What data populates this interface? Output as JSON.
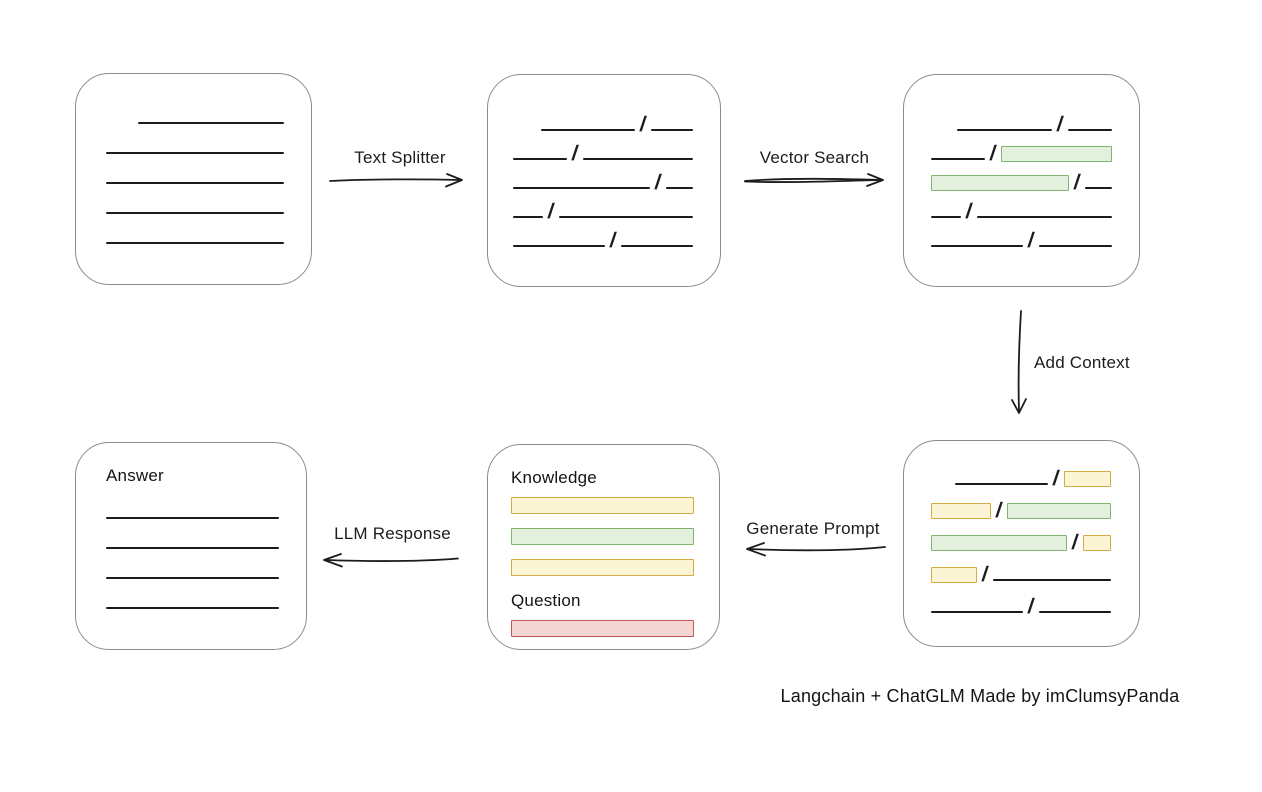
{
  "caption": "Langchain + ChatGLM Made by imClumsyPanda",
  "colors": {
    "box_border": "#8b8b8b",
    "line": "#1c1c1c",
    "green_fill": "#e4f0de",
    "green_stroke": "#82b36f",
    "yellow_fill": "#fbf4d5",
    "yellow_stroke": "#d4ac45",
    "red_fill": "#f5d5d3",
    "red_stroke": "#c05a55"
  },
  "arrows": {
    "text_splitter": {
      "label": "Text Splitter",
      "direction": "right"
    },
    "vector_search": {
      "label": "Vector Search",
      "direction": "right"
    },
    "add_context": {
      "label": "Add Context",
      "direction": "down"
    },
    "generate_prompt": {
      "label": "Generate Prompt",
      "direction": "left"
    },
    "llm_response": {
      "label": "LLM Response",
      "direction": "left"
    }
  },
  "boxes": {
    "document": {
      "rows": [
        [
          {
            "t": "sp",
            "w": 32
          },
          {
            "t": "ln",
            "w": 148
          }
        ],
        [
          {
            "t": "ln",
            "w": 180
          }
        ],
        [
          {
            "t": "ln",
            "w": 180
          }
        ],
        [
          {
            "t": "ln",
            "w": 180
          }
        ],
        [
          {
            "t": "ln",
            "w": 180
          }
        ]
      ]
    },
    "split_text": {
      "rows": [
        [
          {
            "t": "sp",
            "w": 28
          },
          {
            "t": "ln",
            "w": 94
          },
          {
            "t": "sl"
          },
          {
            "t": "ln",
            "w": 42
          }
        ],
        [
          {
            "t": "ln",
            "w": 54
          },
          {
            "t": "sl"
          },
          {
            "t": "ln",
            "w": 110
          }
        ],
        [
          {
            "t": "ln",
            "w": 137
          },
          {
            "t": "sl"
          },
          {
            "t": "ln",
            "w": 27
          }
        ],
        [
          {
            "t": "ln",
            "w": 30
          },
          {
            "t": "sl"
          },
          {
            "t": "ln",
            "w": 134
          }
        ],
        [
          {
            "t": "ln",
            "w": 92
          },
          {
            "t": "sl"
          },
          {
            "t": "ln",
            "w": 72
          }
        ]
      ]
    },
    "search_result": {
      "rows": [
        [
          {
            "t": "sp",
            "w": 26
          },
          {
            "t": "ln",
            "w": 95
          },
          {
            "t": "sl"
          },
          {
            "t": "ln",
            "w": 44
          }
        ],
        [
          {
            "t": "ln",
            "w": 54
          },
          {
            "t": "sl"
          },
          {
            "t": "gr",
            "w": 111
          }
        ],
        [
          {
            "t": "gr",
            "w": 138
          },
          {
            "t": "sl"
          },
          {
            "t": "ln",
            "w": 27
          }
        ],
        [
          {
            "t": "ln",
            "w": 30
          },
          {
            "t": "sl"
          },
          {
            "t": "ln",
            "w": 135
          }
        ],
        [
          {
            "t": "ln",
            "w": 92
          },
          {
            "t": "sl"
          },
          {
            "t": "ln",
            "w": 73
          }
        ]
      ]
    },
    "context": {
      "rows": [
        [
          {
            "t": "sp",
            "w": 24
          },
          {
            "t": "ln",
            "w": 93
          },
          {
            "t": "sl"
          },
          {
            "t": "yl",
            "w": 47
          }
        ],
        [
          {
            "t": "yl",
            "w": 60
          },
          {
            "t": "sl"
          },
          {
            "t": "gr",
            "w": 104
          }
        ],
        [
          {
            "t": "gr",
            "w": 136
          },
          {
            "t": "sl"
          },
          {
            "t": "yl",
            "w": 28
          }
        ],
        [
          {
            "t": "yl",
            "w": 46
          },
          {
            "t": "sl"
          },
          {
            "t": "ln",
            "w": 118
          }
        ],
        [
          {
            "t": "ln",
            "w": 92
          },
          {
            "t": "sl"
          },
          {
            "t": "ln",
            "w": 72
          }
        ]
      ]
    },
    "prompt": {
      "knowledge_label": "Knowledge",
      "question_label": "Question",
      "knowledge_rows": [
        [
          {
            "t": "yl",
            "w": 183
          }
        ],
        [
          {
            "t": "gr",
            "w": 183
          }
        ],
        [
          {
            "t": "yl",
            "w": 183
          }
        ]
      ],
      "question_rows": [
        [
          {
            "t": "rd",
            "w": 183
          }
        ]
      ]
    },
    "answer": {
      "label": "Answer",
      "rows": [
        [
          {
            "t": "ln",
            "w": 180
          }
        ],
        [
          {
            "t": "ln",
            "w": 180
          }
        ],
        [
          {
            "t": "ln",
            "w": 180
          }
        ],
        [
          {
            "t": "ln",
            "w": 180
          }
        ]
      ]
    }
  }
}
